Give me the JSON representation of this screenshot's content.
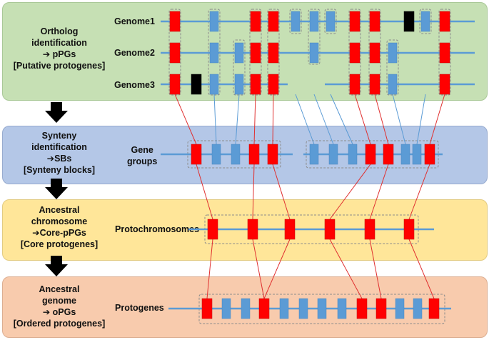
{
  "stages": [
    {
      "lines": [
        "Ortholog",
        "identification",
        "➔ pPGs",
        "[Putative protogenes]"
      ]
    },
    {
      "lines": [
        "Synteny",
        "identification",
        "➔SBs",
        "[Synteny blocks]"
      ]
    },
    {
      "lines": [
        "Ancestral",
        "chromosome",
        "➔Core-pPGs",
        "[Core protogenes]"
      ]
    },
    {
      "lines": [
        "Ancestral",
        "genome",
        "➔ oPGs",
        "[Ordered protogenes]"
      ]
    }
  ],
  "row_labels": {
    "genome1": "Genome1",
    "genome2": "Genome2",
    "genome3": "Genome3",
    "gene_groups": [
      "Gene",
      "groups"
    ],
    "protochromosomes": "Protochromosomes",
    "protogenes": "Protogenes"
  },
  "colors": {
    "stage1_bg": "#c6e0b4",
    "stage2_bg": "#b4c7e7",
    "stage3_bg": "#ffe699",
    "stage4_bg": "#f8cbad",
    "core_gene": "#ff0000",
    "other_gene": "#5b9bd5",
    "singleton_gene": "#000000",
    "chromosome_line": "#5b9bd5",
    "core_link": "#e03030",
    "other_link": "#5b9bd5",
    "arrow": "#000000"
  }
}
